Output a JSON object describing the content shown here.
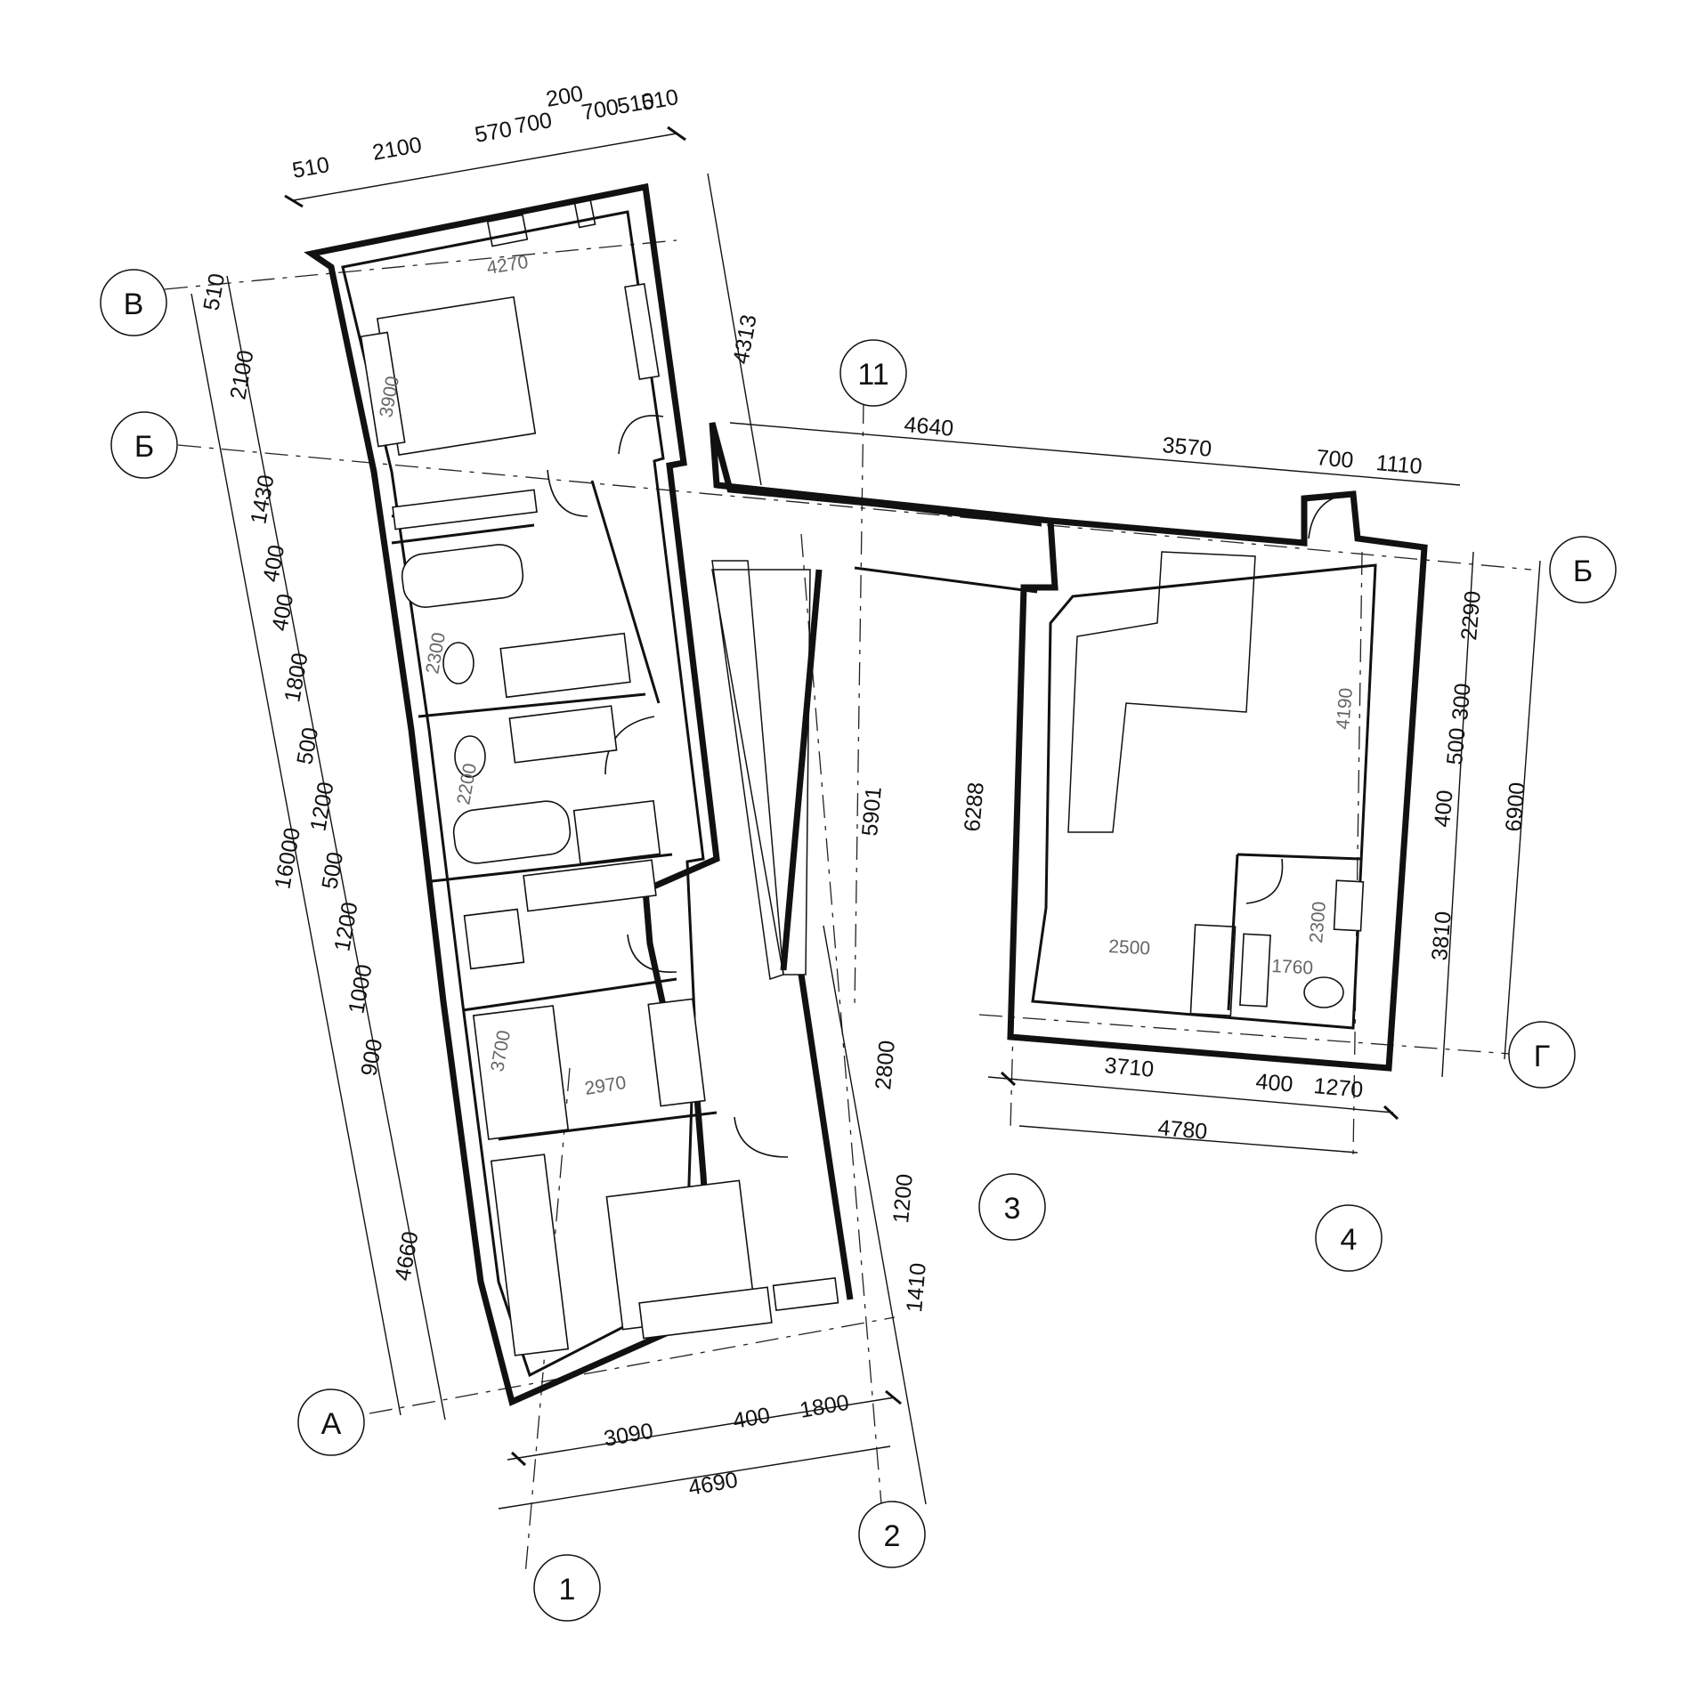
{
  "axis_labels": {
    "V": "В",
    "B_left": "Б",
    "B_right": "Б",
    "A": "А",
    "G": "Г",
    "n1": "1",
    "n2": "2",
    "n3": "3",
    "n4": "4",
    "n11": "11"
  },
  "dimensions": {
    "top": [
      "510",
      "2100",
      "570",
      "700",
      "200",
      "700",
      "510",
      "510"
    ],
    "left_chain": [
      "510",
      "2100",
      "1430",
      "400",
      "400",
      "1800",
      "500",
      "1200",
      "500",
      "1200",
      "1000",
      "900"
    ],
    "left_total": "16000",
    "left_lower": "4660",
    "wing_left": "4313",
    "wing_top": [
      "4640",
      "3570",
      "700",
      "1110"
    ],
    "corridor": [
      "5901",
      "6288",
      "2800",
      "1200",
      "1410"
    ],
    "bottom": [
      "3090",
      "400",
      "1800"
    ],
    "bottom_total": "4690",
    "right_chain": [
      "2290",
      "300",
      "500",
      "400",
      "3810"
    ],
    "right_total": "6900",
    "right_bottom": [
      "3710",
      "400",
      "1270"
    ],
    "right_bottom_total": "4780"
  },
  "room_dims": {
    "r1_w": "4270",
    "r1_h": "3900",
    "bath1": "2300",
    "bath2": "2200",
    "r3_h": "3700",
    "r3_w": "2970",
    "wing_h": "4190",
    "wing_w": "2500",
    "wc_h": "2300",
    "wc_w": "1760"
  }
}
